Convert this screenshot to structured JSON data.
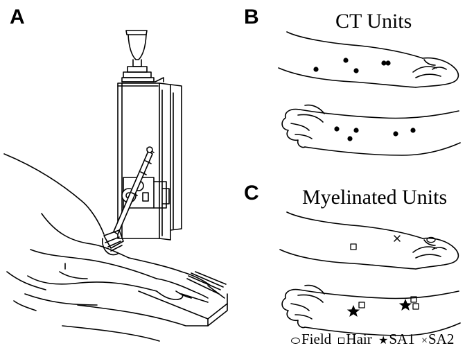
{
  "panels": {
    "a": {
      "letter": "A"
    },
    "b": {
      "letter": "B",
      "title": "CT Units"
    },
    "c": {
      "letter": "C",
      "title": "Myelinated Units"
    }
  },
  "legend": {
    "field": "Field",
    "hair": "Hair",
    "sa1": "SA1",
    "sa2": "SA2"
  }
}
